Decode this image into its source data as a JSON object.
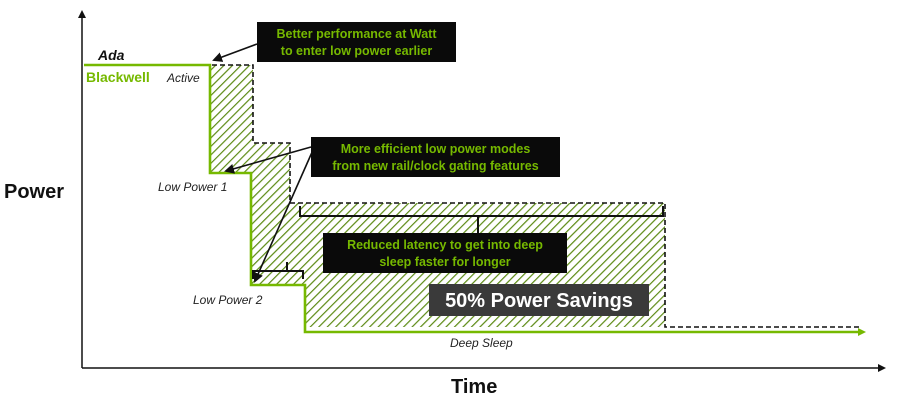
{
  "axes": {
    "y_label": "Power",
    "x_label": "Time"
  },
  "series": {
    "ada": "Ada",
    "blackwell": "Blackwell"
  },
  "states": {
    "active": "Active",
    "low_power_1": "Low Power 1",
    "low_power_2": "Low Power 2",
    "deep_sleep": "Deep Sleep"
  },
  "callouts": {
    "performance": [
      "Better performance at Watt",
      "to enter low power earlier"
    ],
    "efficiency": [
      "More efficient low power modes",
      "from new rail/clock gating features"
    ],
    "latency": [
      "Reduced latency to get into deep",
      "sleep faster for longer"
    ]
  },
  "savings_label": "50% Power Savings",
  "colors": {
    "blackwell_green": "#76b900",
    "callout_bg": "#0a0a0a",
    "savings_bg": "#3a3a3a",
    "ada_line": "#111111",
    "hatch": "#5c8a14"
  }
}
